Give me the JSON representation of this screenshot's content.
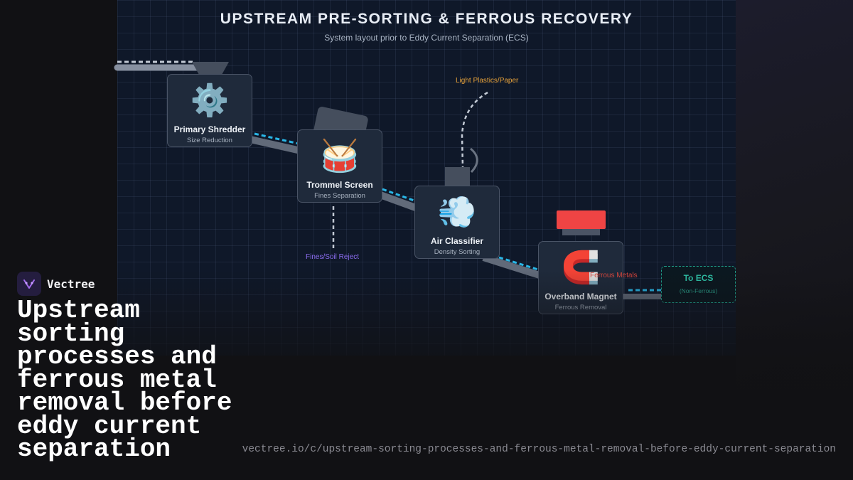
{
  "diagram": {
    "title": "UPSTREAM PRE-SORTING & FERROUS RECOVERY",
    "subtitle": "System layout prior to Eddy Current Separation (ECS)",
    "nodes": [
      {
        "name": "Primary Shredder",
        "sub": "Size Reduction",
        "icon": "gear-icon",
        "glyph": "⚙️"
      },
      {
        "name": "Trommel Screen",
        "sub": "Fines Separation",
        "icon": "drum-icon",
        "glyph": "🥁"
      },
      {
        "name": "Air Classifier",
        "sub": "Density Sorting",
        "icon": "wind-icon",
        "glyph": "💨"
      },
      {
        "name": "Overband Magnet",
        "sub": "Ferrous Removal",
        "icon": "magnet-icon",
        "glyph": "🧲"
      }
    ],
    "outputs": {
      "light": "Light Plastics/Paper",
      "fines": "Fines/Soil Reject",
      "ferrous": "Ferrous Metals",
      "ecs_title": "To ECS",
      "ecs_sub": "(Non-Ferrous)"
    },
    "colors": {
      "flow": "#29b6e6",
      "light": "#e7a23a",
      "fines": "#8b6cf0",
      "ferrous": "#d9473d",
      "ecs": "#2fc3a8",
      "magnet": "#ef4444"
    }
  },
  "brand": {
    "name": "Vectree",
    "logo_icon": "vectree-logo-icon"
  },
  "headline": "Upstream sorting processes and ferrous metal removal before eddy current separation",
  "url": "vectree.io/c/upstream-sorting-processes-and-ferrous-metal-removal-before-eddy-current-separation"
}
